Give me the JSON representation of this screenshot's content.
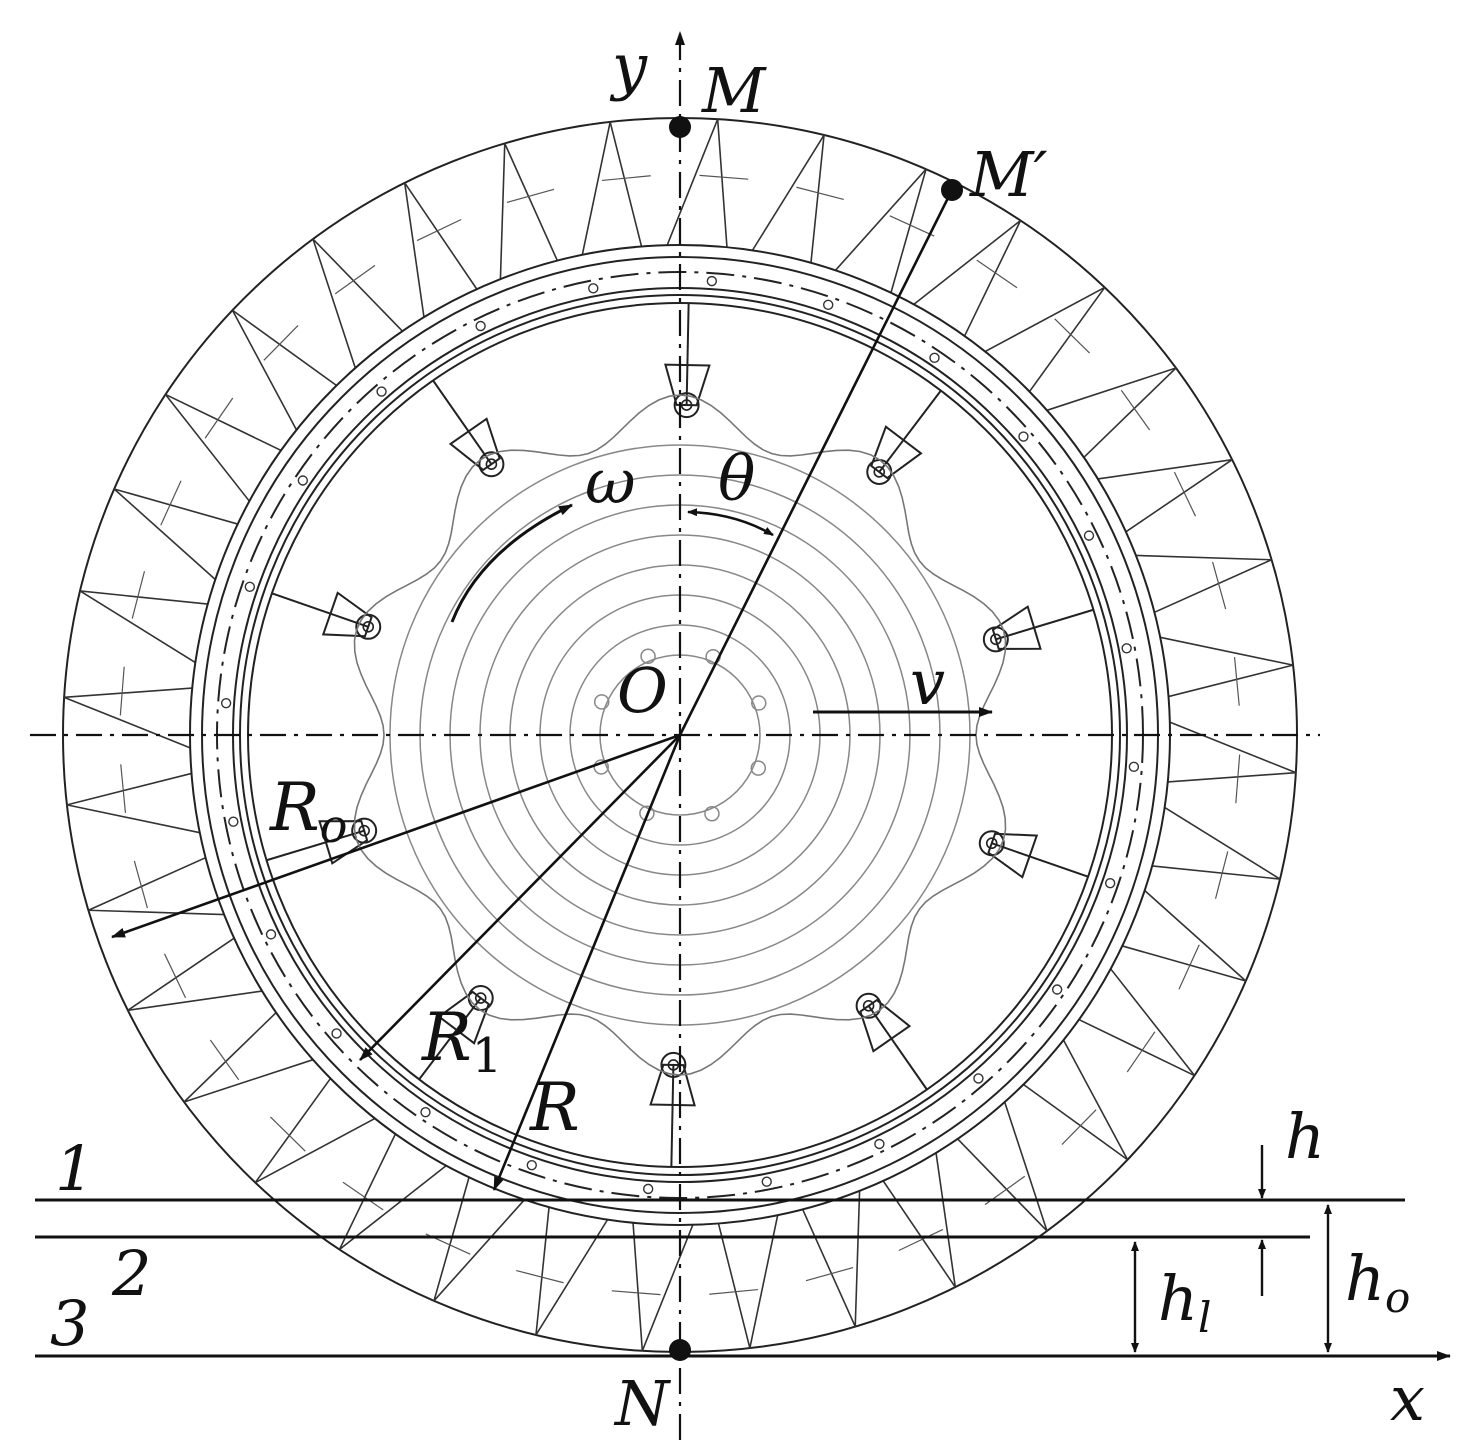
{
  "labels": {
    "y_axis": "y",
    "x_axis": "x",
    "point_m": "M",
    "point_m_prime": "M′",
    "point_n": "N",
    "center": "O",
    "omega": "ω",
    "theta": "θ",
    "velocity": "v",
    "radius_outer": "R",
    "radius_outer_sub": "o",
    "radius_one": "R",
    "radius_one_sub": "1",
    "radius": "R",
    "layer_1": "1",
    "layer_2": "2",
    "layer_3": "3",
    "h": "h",
    "h_l": "h",
    "h_l_sub": "l",
    "h_o": "h",
    "h_o_sub": "o"
  },
  "wheel": {
    "outer_lug_count": 36,
    "spoke_count": 10,
    "inner_ring_count": 8
  },
  "colors": {
    "line": "#111111",
    "faint_line": "#777777",
    "background": "#ffffff"
  }
}
